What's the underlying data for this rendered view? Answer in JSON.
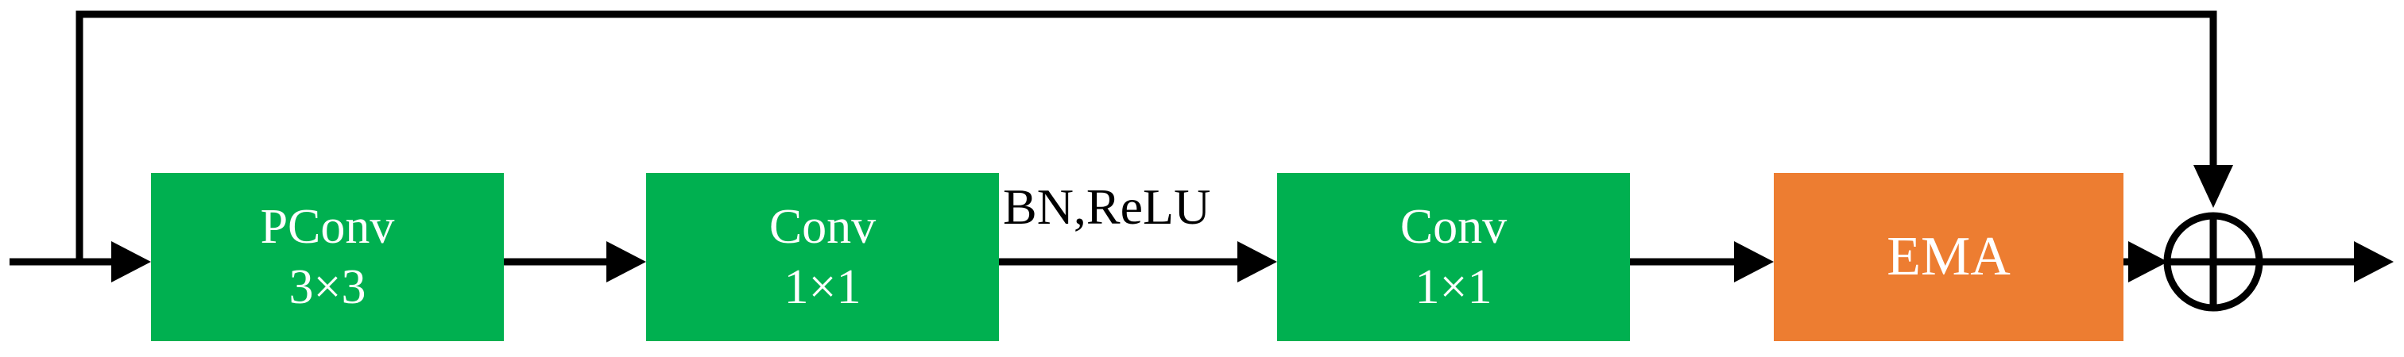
{
  "colors": {
    "conv_block": "#00B050",
    "attention_block": "#ED7D31",
    "line": "#000000",
    "block_text": "#FFFFFF"
  },
  "blocks": [
    {
      "id": "pconv",
      "line1": "PConv",
      "line2": "3×3"
    },
    {
      "id": "conv1",
      "line1": "Conv",
      "line2": "1×1"
    },
    {
      "id": "conv2",
      "line1": "Conv",
      "line2": "1×1"
    },
    {
      "id": "ema",
      "line1": "EMA"
    }
  ],
  "edge_labels": {
    "conv1_to_conv2": "BN,ReLU"
  },
  "operators": {
    "sum": "element-wise-add-icon"
  }
}
